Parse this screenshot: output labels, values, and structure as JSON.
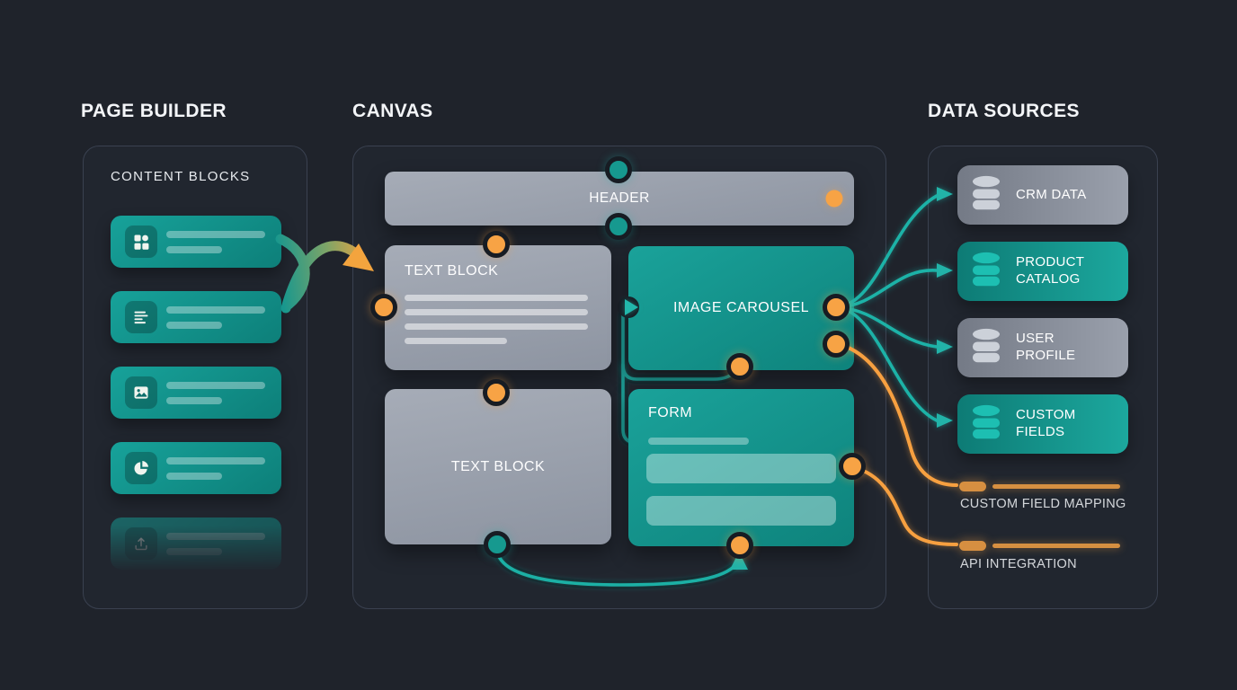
{
  "colors": {
    "background": "#1f232b",
    "panel_border": "#3a4150",
    "teal": "#12948c",
    "teal_dark": "#0e817b",
    "orange": "#f7a345",
    "gray_block": "#9aa1ad",
    "wire_teal": "#1db0a5",
    "text": "#f2f4f7"
  },
  "diagram": {
    "left_panel": {
      "title": "PAGE BUILDER",
      "subtitle": "CONTENT BLOCKS",
      "blocks": [
        {
          "icon": "grid-icon"
        },
        {
          "icon": "text-lines-icon"
        },
        {
          "icon": "image-icon"
        },
        {
          "icon": "pie-chart-icon"
        },
        {
          "icon": "upload-icon"
        }
      ]
    },
    "canvas": {
      "title": "CANVAS",
      "blocks": {
        "header": "HEADER",
        "text_block_top": "TEXT BLOCK",
        "image_carousel": "IMAGE CAROUSEL",
        "text_block_bottom": "TEXT BLOCK",
        "form": "FORM"
      }
    },
    "data_sources": {
      "title": "DATA SOURCES",
      "items": [
        {
          "label": "CRM DATA",
          "variant": "gray",
          "icon": "database-icon"
        },
        {
          "label": "PRODUCT CATALOG",
          "variant": "teal",
          "icon": "database-icon"
        },
        {
          "label": "USER PROFILE",
          "variant": "gray",
          "icon": "database-icon"
        },
        {
          "label": "CUSTOM FIELDS",
          "variant": "teal",
          "icon": "database-icon"
        }
      ],
      "mappings": [
        {
          "label": "CUSTOM FIELD MAPPING"
        },
        {
          "label": "API INTEGRATION"
        }
      ]
    },
    "connections": [
      {
        "from": "content-block-text",
        "to": "canvas-text-block-top",
        "style": "gradient-arrow"
      },
      {
        "from": "canvas-text-block-top",
        "to": "image-carousel",
        "style": "teal-wire"
      },
      {
        "from": "canvas-text-block-bottom",
        "to": "form",
        "style": "teal-wire"
      },
      {
        "from": "image-carousel",
        "to": "crm-data",
        "style": "teal-wire"
      },
      {
        "from": "image-carousel",
        "to": "product-catalog",
        "style": "teal-wire"
      },
      {
        "from": "image-carousel",
        "to": "user-profile",
        "style": "teal-wire"
      },
      {
        "from": "image-carousel",
        "to": "custom-fields",
        "style": "teal-wire"
      },
      {
        "from": "image-carousel",
        "to": "custom-field-mapping",
        "style": "orange-wire"
      },
      {
        "from": "form",
        "to": "api-integration",
        "style": "orange-wire"
      }
    ]
  }
}
